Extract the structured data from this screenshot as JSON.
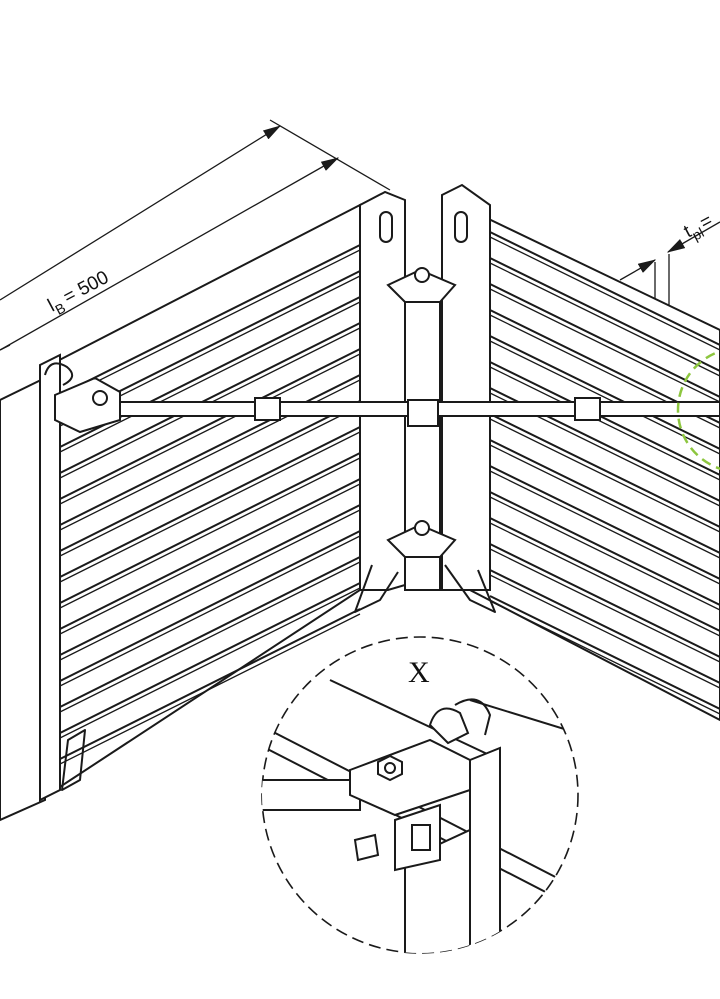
{
  "dimension_width": {
    "symbol": "l",
    "subscript": "B",
    "value": "= 500"
  },
  "dimension_thickness": {
    "symbol": "t",
    "subscript": "pl",
    "value": "="
  },
  "detail": {
    "label": "X"
  },
  "colors": {
    "line": "#1a1a1a",
    "detail_marker": "#8dc63f"
  }
}
